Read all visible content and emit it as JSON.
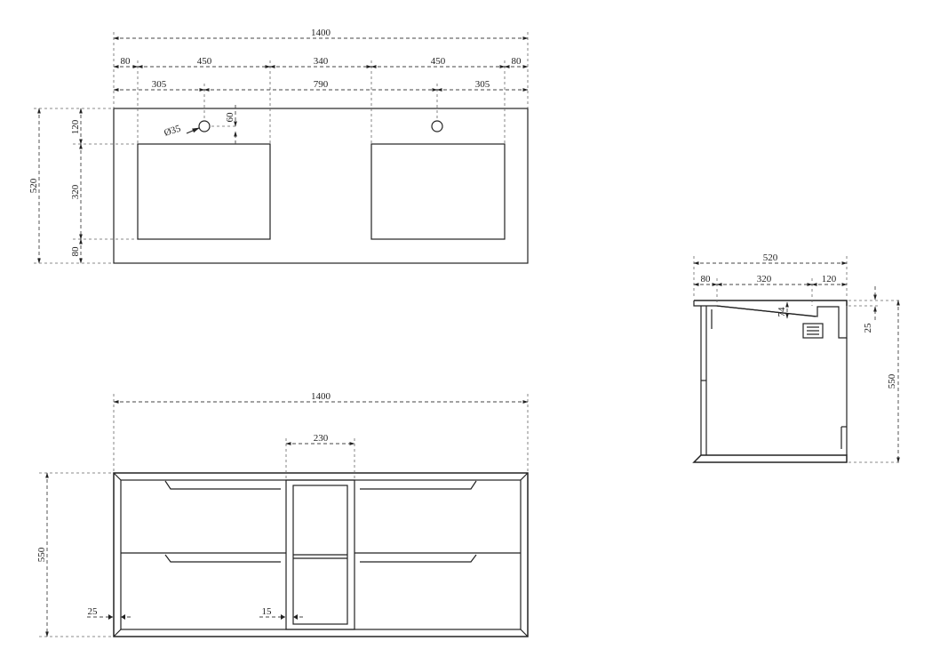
{
  "top_view": {
    "overall_width": "1400",
    "seg_left_margin": "80",
    "seg_basin_left": "450",
    "seg_center": "340",
    "seg_basin_right": "450",
    "seg_right_margin": "80",
    "tap_offset_left": "305",
    "tap_spacing": "790",
    "tap_offset_right": "305",
    "depth": "520",
    "back_margin": "120",
    "basin_depth": "320",
    "front_margin": "80",
    "tap_hole_dia": "Ø35",
    "tap_hole_offset": "60"
  },
  "front_view": {
    "overall_width": "1400",
    "center_opening": "230",
    "height": "550",
    "frame_left": "25",
    "frame_center": "15"
  },
  "side_view": {
    "depth": "520",
    "seg_front": "80",
    "seg_basin": "320",
    "seg_back": "120",
    "basin_drop": "74",
    "top_thickness": "25",
    "height": "550"
  }
}
